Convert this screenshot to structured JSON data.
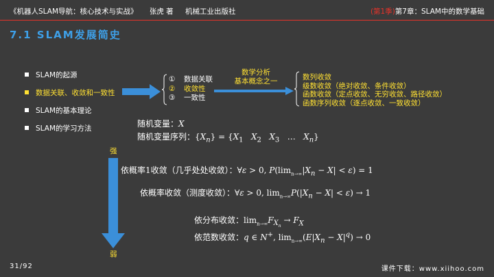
{
  "header": {
    "book_title": "《机器人SLAM导航：核心技术与实战》",
    "author": "张虎 著",
    "publisher": "机械工业出版社",
    "season": "(第1季)",
    "chapter": "第7章：SLAM中的数学基础"
  },
  "section": {
    "title": "7.1 SLAM发展简史"
  },
  "bullets": [
    {
      "label": "SLAM的起源"
    },
    {
      "label": "数据关联、收敛和一致性"
    },
    {
      "label": "SLAM的基本理论"
    },
    {
      "label": "SLAM的学习方法"
    }
  ],
  "sublist": [
    {
      "num": "①",
      "label": "数据关联"
    },
    {
      "num": "②",
      "label": "收敛性"
    },
    {
      "num": "③",
      "label": "一致性"
    }
  ],
  "math_concept": {
    "line1": "数学分析",
    "line2": "基本概念之一"
  },
  "convergence_types": [
    "数列收敛",
    "级数收敛（绝对收敛、条件收敛）",
    "函数收敛（定点收敛、无穷收敛、路径收敛）",
    "函数序列收敛（逐点收敛、一致收敛）"
  ],
  "random_variable": {
    "label": "随机变量：",
    "sequence_label": "随机变量序列："
  },
  "strength": {
    "strong": "强",
    "weak": "弱"
  },
  "definitions": {
    "almost_sure": "依概率1收敛（几乎处处收敛）：",
    "in_probability": "依概率收敛（测度收敛）：",
    "in_distribution": "依分布收敛：",
    "in_norm": "依范数收敛："
  },
  "footer": {
    "page": "31/92",
    "courseware": "课件下载：www.xiihoo.com"
  },
  "colors": {
    "background": "#3b3b3b",
    "accent_red": "#e8332a",
    "title_blue": "#3ea0e8",
    "highlight_yellow": "#ffe033",
    "arrow_blue": "#3b8fd9"
  }
}
